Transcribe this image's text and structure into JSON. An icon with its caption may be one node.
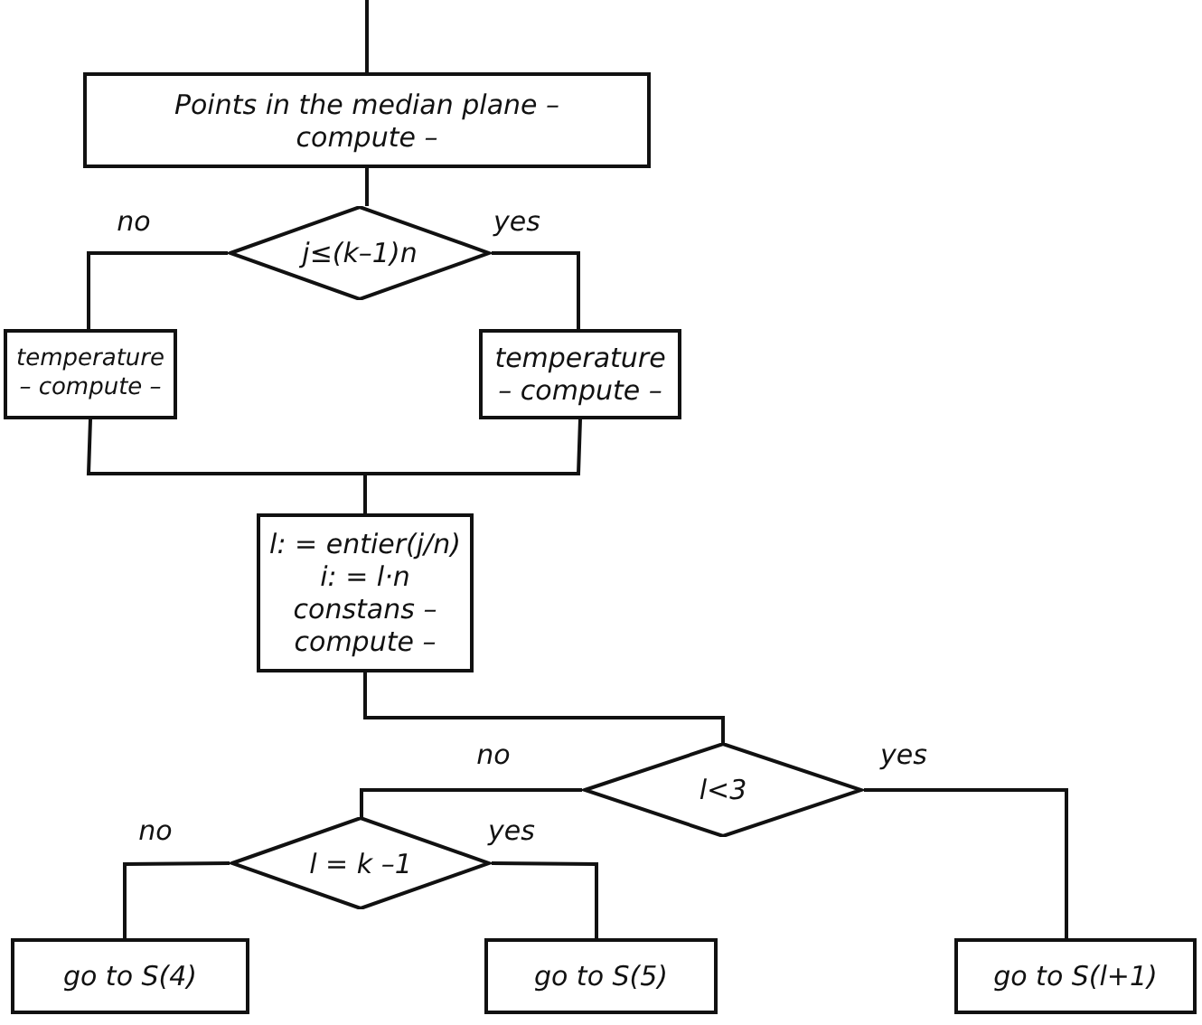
{
  "diagram": {
    "nodes": [
      {
        "text": [
          "Points in the median plane – compute –"
        ]
      },
      {
        "text": [
          "j≤(k–1)n"
        ]
      },
      {
        "text": [
          "temperature – compute –"
        ]
      },
      {
        "text": [
          "temperature – compute –"
        ]
      },
      {
        "text": [
          "l: = entier(j/n)",
          "i: = l·n",
          "constans – compute –"
        ]
      },
      {
        "text": [
          "l<3"
        ]
      },
      {
        "text": [
          "l = k –1"
        ]
      },
      {
        "text": [
          "go to S(4)"
        ]
      },
      {
        "text": [
          "go to S(5)"
        ]
      },
      {
        "text": [
          "go to S(l+1)"
        ]
      }
    ],
    "edges": [
      {
        "from": null,
        "to": 0,
        "arrow": "none"
      },
      {
        "from": 0,
        "to": 1,
        "arrow": "none"
      },
      {
        "from": 1,
        "to": 2,
        "arrow": "none",
        "label": "no"
      },
      {
        "from": 1,
        "to": 3,
        "arrow": "none",
        "label": "yes"
      },
      {
        "from": 2,
        "to": 4,
        "arrow": "none"
      },
      {
        "from": 3,
        "to": 4,
        "arrow": "none"
      },
      {
        "from": 4,
        "to": 5,
        "arrow": "none"
      },
      {
        "from": 5,
        "to": 6,
        "arrow": "none",
        "label": "no"
      },
      {
        "from": 5,
        "to": 9,
        "arrow": "none",
        "label": "yes"
      },
      {
        "from": 6,
        "to": 7,
        "arrow": "none",
        "label": "no"
      },
      {
        "from": 6,
        "to": 8,
        "arrow": "none",
        "label": "yes"
      }
    ]
  }
}
